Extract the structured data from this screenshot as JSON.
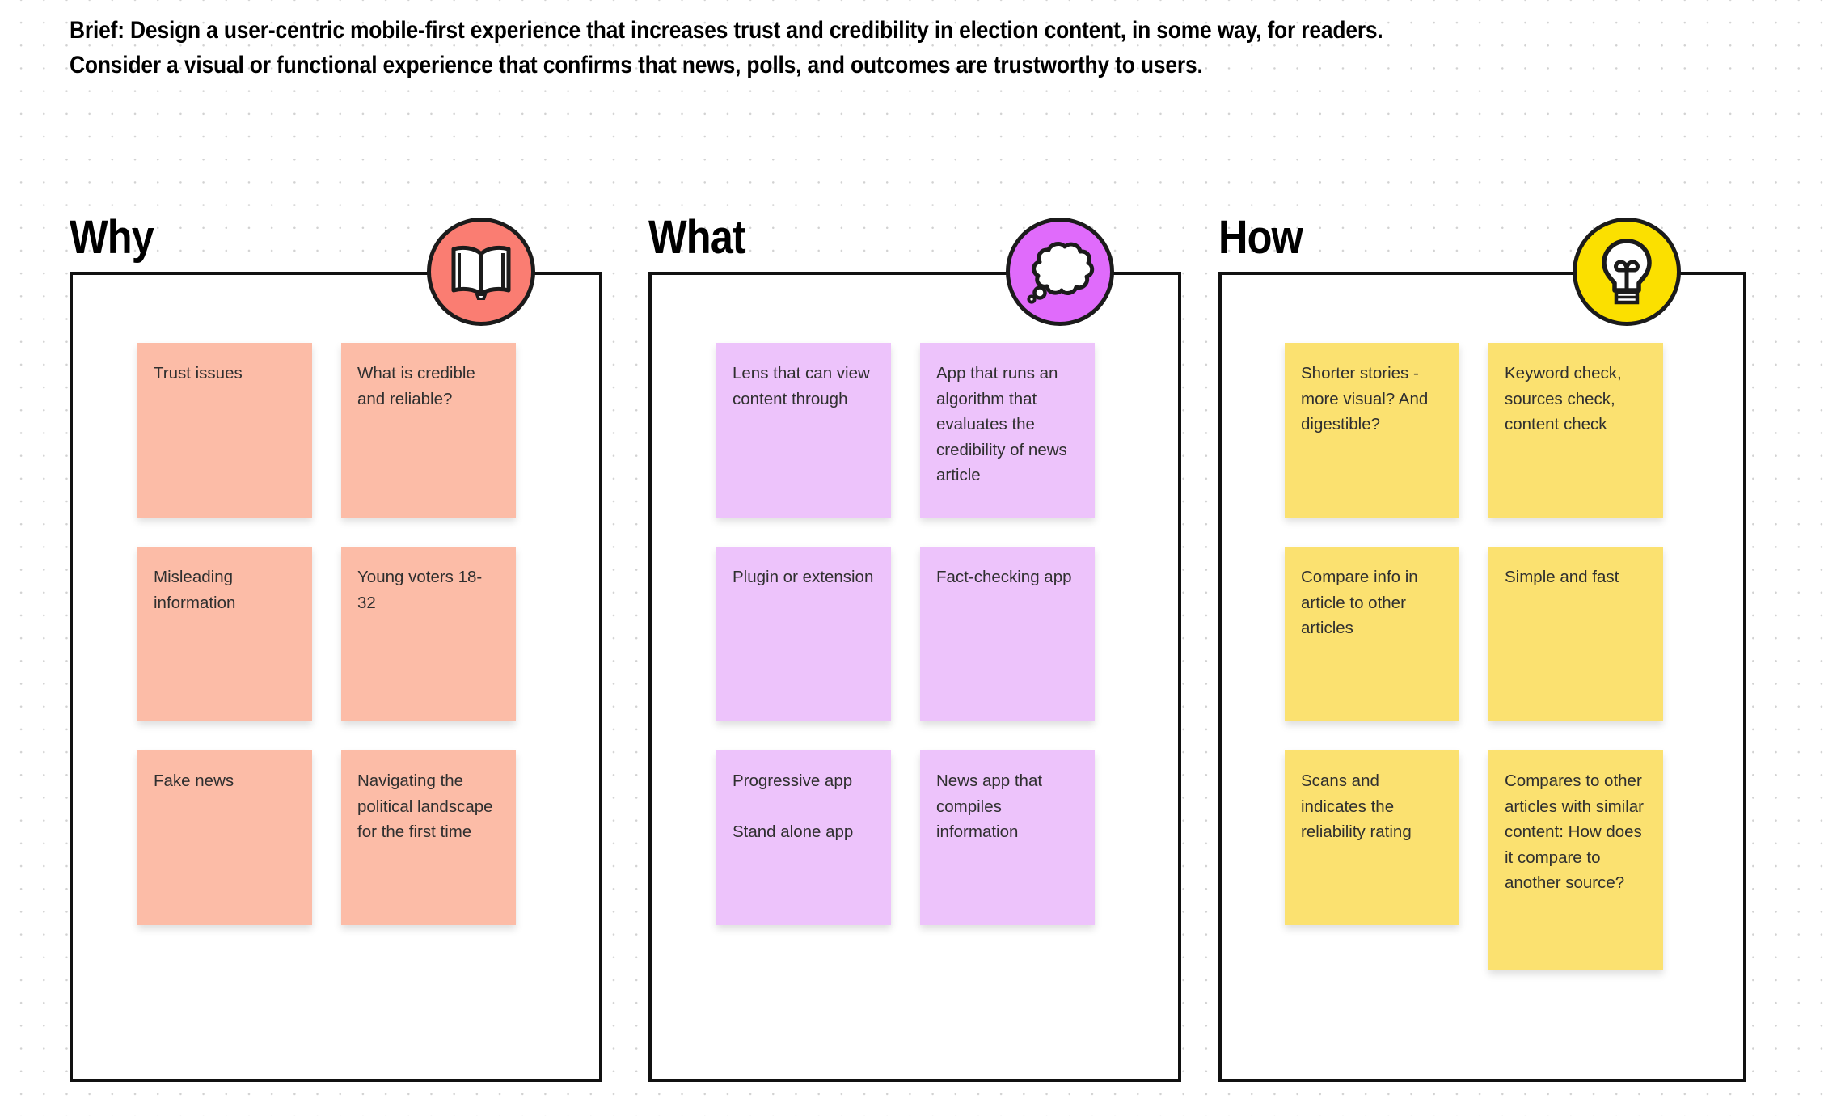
{
  "brief": {
    "text": "Brief: Design a user-centric mobile-first experience that increases trust and credibility in election content, in some way, for readers.\nConsider a visual or functional experience that confirms that news, polls, and outcomes are trustworthy to users."
  },
  "colors": {
    "why_note": "#FCBCA7",
    "what_note": "#EDC3FB",
    "how_note": "#FBE170",
    "why_badge": "#FA7D72",
    "what_badge": "#E06BFB",
    "how_badge": "#FBE000",
    "panel_border": "#111111",
    "note_text": "#2f2f2f",
    "background": "#FFFFFF",
    "grid_dot": "#D2D2D2"
  },
  "columns": [
    {
      "title": "Why",
      "icon": "open-book-icon",
      "badge_color": "#FA7D72",
      "notes": [
        {
          "text": "Trust issues"
        },
        {
          "text": "What is credible and reliable?"
        },
        {
          "text": "Misleading information"
        },
        {
          "text": "Young voters 18-32"
        },
        {
          "text": "Fake news"
        },
        {
          "text": "Navigating the political landscape for the first time"
        }
      ]
    },
    {
      "title": "What",
      "icon": "thought-bubble-icon",
      "badge_color": "#E06BFB",
      "notes": [
        {
          "text": "Lens that can view content through"
        },
        {
          "text": "App that runs an algorithm that evaluates the credibility of news article"
        },
        {
          "text": "Plugin or extension"
        },
        {
          "text": "Fact-checking app"
        },
        {
          "text": "Progressive app\n\nStand alone app"
        },
        {
          "text": "News app that compiles information"
        }
      ]
    },
    {
      "title": "How",
      "icon": "lightbulb-icon",
      "badge_color": "#FBE000",
      "notes": [
        {
          "text": "Shorter stories - more visual? And digestible?"
        },
        {
          "text": "Keyword check, sources check, content check"
        },
        {
          "text": "Compare info in article to other articles"
        },
        {
          "text": "Simple and fast"
        },
        {
          "text": "Scans and indicates the reliability rating"
        },
        {
          "text": "Compares to other articles with similar content: How does it compare to another source?"
        }
      ]
    }
  ]
}
